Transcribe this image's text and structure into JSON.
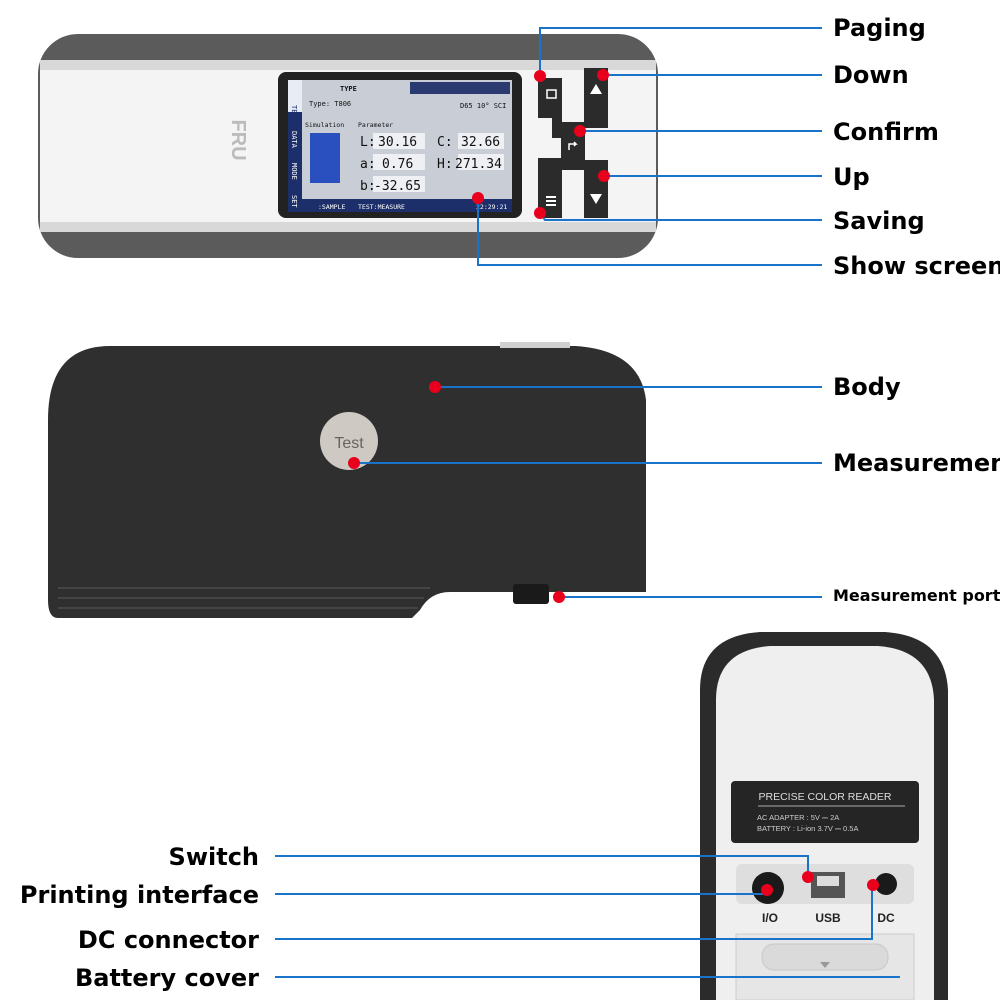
{
  "colors": {
    "leader": "#1b73c9",
    "dot": "#e8001c",
    "body": "#2f2f2f",
    "screen_blue": "#2a4fbf"
  },
  "top_labels": {
    "paging": "Paging",
    "down": "Down",
    "confirm": "Confirm",
    "up": "Up",
    "saving": "Saving",
    "show_screen": "Show screen"
  },
  "side_labels": {
    "body": "Body",
    "measurement": "Measurement",
    "measurement_port": "Measurement port"
  },
  "back_labels": {
    "switch": "Switch",
    "printing_interface": "Printing interface",
    "dc_connector": "DC connector",
    "battery_cover": "Battery cover"
  },
  "device": {
    "brand": "FRU",
    "test_button": "Test",
    "screen": {
      "side_tabs": [
        "TEST",
        "DATA",
        "MODE",
        "SET"
      ],
      "header": "TYPE",
      "type_label": "Type: T806",
      "illuminant": "D65 10° SCI",
      "simulation": "Simulation",
      "parameter": "Parameter",
      "L": "L:",
      "L_val": "30.16",
      "a": "a:",
      "a_val": "0.76",
      "b": "b:",
      "b_val": "-32.65",
      "C": "C:",
      "C_val": "32.66",
      "H": "H:",
      "H_val": "271.34",
      "footer_sample": ":SAMPLE",
      "footer_measure": "TEST:MEASURE",
      "time": "22:29:21"
    },
    "back_plate": {
      "title": "PRECISE COLOR READER",
      "line1": "AC ADAPTER : 5V ⎓ 2A",
      "line2": "BATTERY : Li-ion 3.7V ⎓ 0.5A"
    },
    "ports": {
      "io": "I/O",
      "usb": "USB",
      "dc": "DC"
    }
  }
}
